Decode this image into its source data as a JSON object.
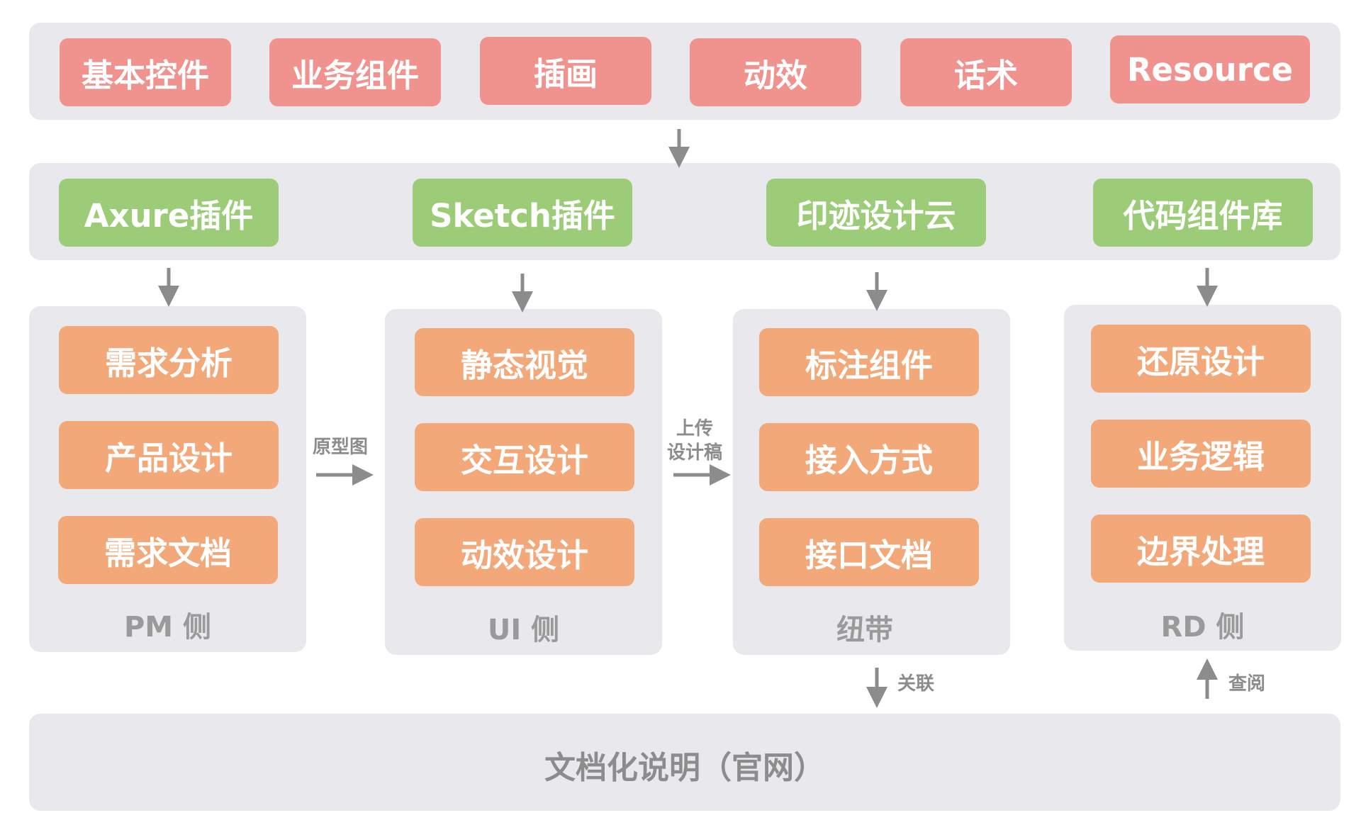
{
  "resources": {
    "items": [
      "基本控件",
      "业务组件",
      "插画",
      "动效",
      "话术",
      "Resource"
    ]
  },
  "tools": {
    "items": [
      "Axure插件",
      "Sketch插件",
      "印迹设计云",
      "代码组件库"
    ]
  },
  "columns": {
    "pm": {
      "items": [
        "需求分析",
        "产品设计",
        "需求文档"
      ],
      "label": "PM 侧"
    },
    "ui": {
      "items": [
        "静态视觉",
        "交互设计",
        "动效设计"
      ],
      "label": "UI 侧"
    },
    "ribbon": {
      "items": [
        "标注组件",
        "接入方式",
        "接口文档"
      ],
      "label": "纽带"
    },
    "rd": {
      "items": [
        "还原设计",
        "业务逻辑",
        "边界处理"
      ],
      "label": "RD 侧"
    }
  },
  "connectors": {
    "prototype": "原型图",
    "upload_line1": "上传",
    "upload_line2": "设计稿",
    "associate": "关联",
    "lookup": "查阅"
  },
  "docs": {
    "label": "文档化说明（官网）"
  },
  "colors": {
    "panel": "#e9e9ed",
    "resource": "#f0928e",
    "tool": "#9ccc78",
    "task": "#f2a878",
    "arrow": "#8c8c8c"
  }
}
